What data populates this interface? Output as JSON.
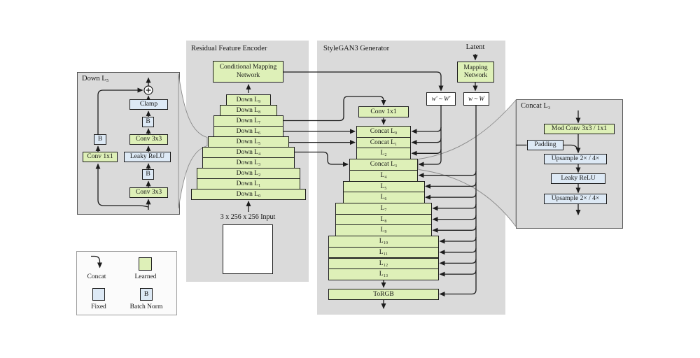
{
  "colors": {
    "learned": "#def0b8",
    "fixed": "#dde9f5",
    "panel": "#dadada",
    "line": "#1c1c1c",
    "legend_bg": "#fbfbfb"
  },
  "encoder": {
    "title": "Residual Feature Encoder",
    "mapping_label": "Conditional Mapping Network",
    "rows": [
      "Down L₉",
      "Down L₈",
      "Down L₇",
      "Down L₆",
      "Down L₅",
      "Down L₄",
      "Down L₃",
      "Down L₂",
      "Down L₁",
      "Down L₀"
    ],
    "input_label": "3 x 256 x 256 Input"
  },
  "generator": {
    "title": "StyleGAN3 Generator",
    "latent_label": "Latent",
    "mapping_label": "Mapping Network",
    "w_prime_label": "w' ~ W'",
    "w_label": "w ~ W",
    "conv_label": "Conv 1x1",
    "rows": [
      "Concat L₀",
      "Concat L₁",
      "L₂",
      "Concat L₃",
      "L₄",
      "L₅",
      "L₆",
      "L₇",
      "L₈",
      "L₉",
      "L₁₀",
      "L₁₁",
      "L₁₂",
      "L₁₃"
    ],
    "torgb_label": "ToRGB"
  },
  "down_detail": {
    "title": "Down L₅",
    "clamp": "Clamp",
    "bn": "B",
    "conv3x3": "Conv 3x3",
    "leaky": "Leaky ReLU",
    "conv1x1": "Conv 1x1"
  },
  "concat_detail": {
    "title": "Concat L₃",
    "modconv": "Mod Conv 3x3 / 1x1",
    "padding": "Padding",
    "upsample": "Upsample 2× / 4×",
    "leaky": "Leaky ReLU"
  },
  "legend": {
    "concat": "Concat",
    "learned": "Learned",
    "fixed": "Fixed",
    "batch_norm": "Batch Norm",
    "bn_symbol": "B"
  }
}
